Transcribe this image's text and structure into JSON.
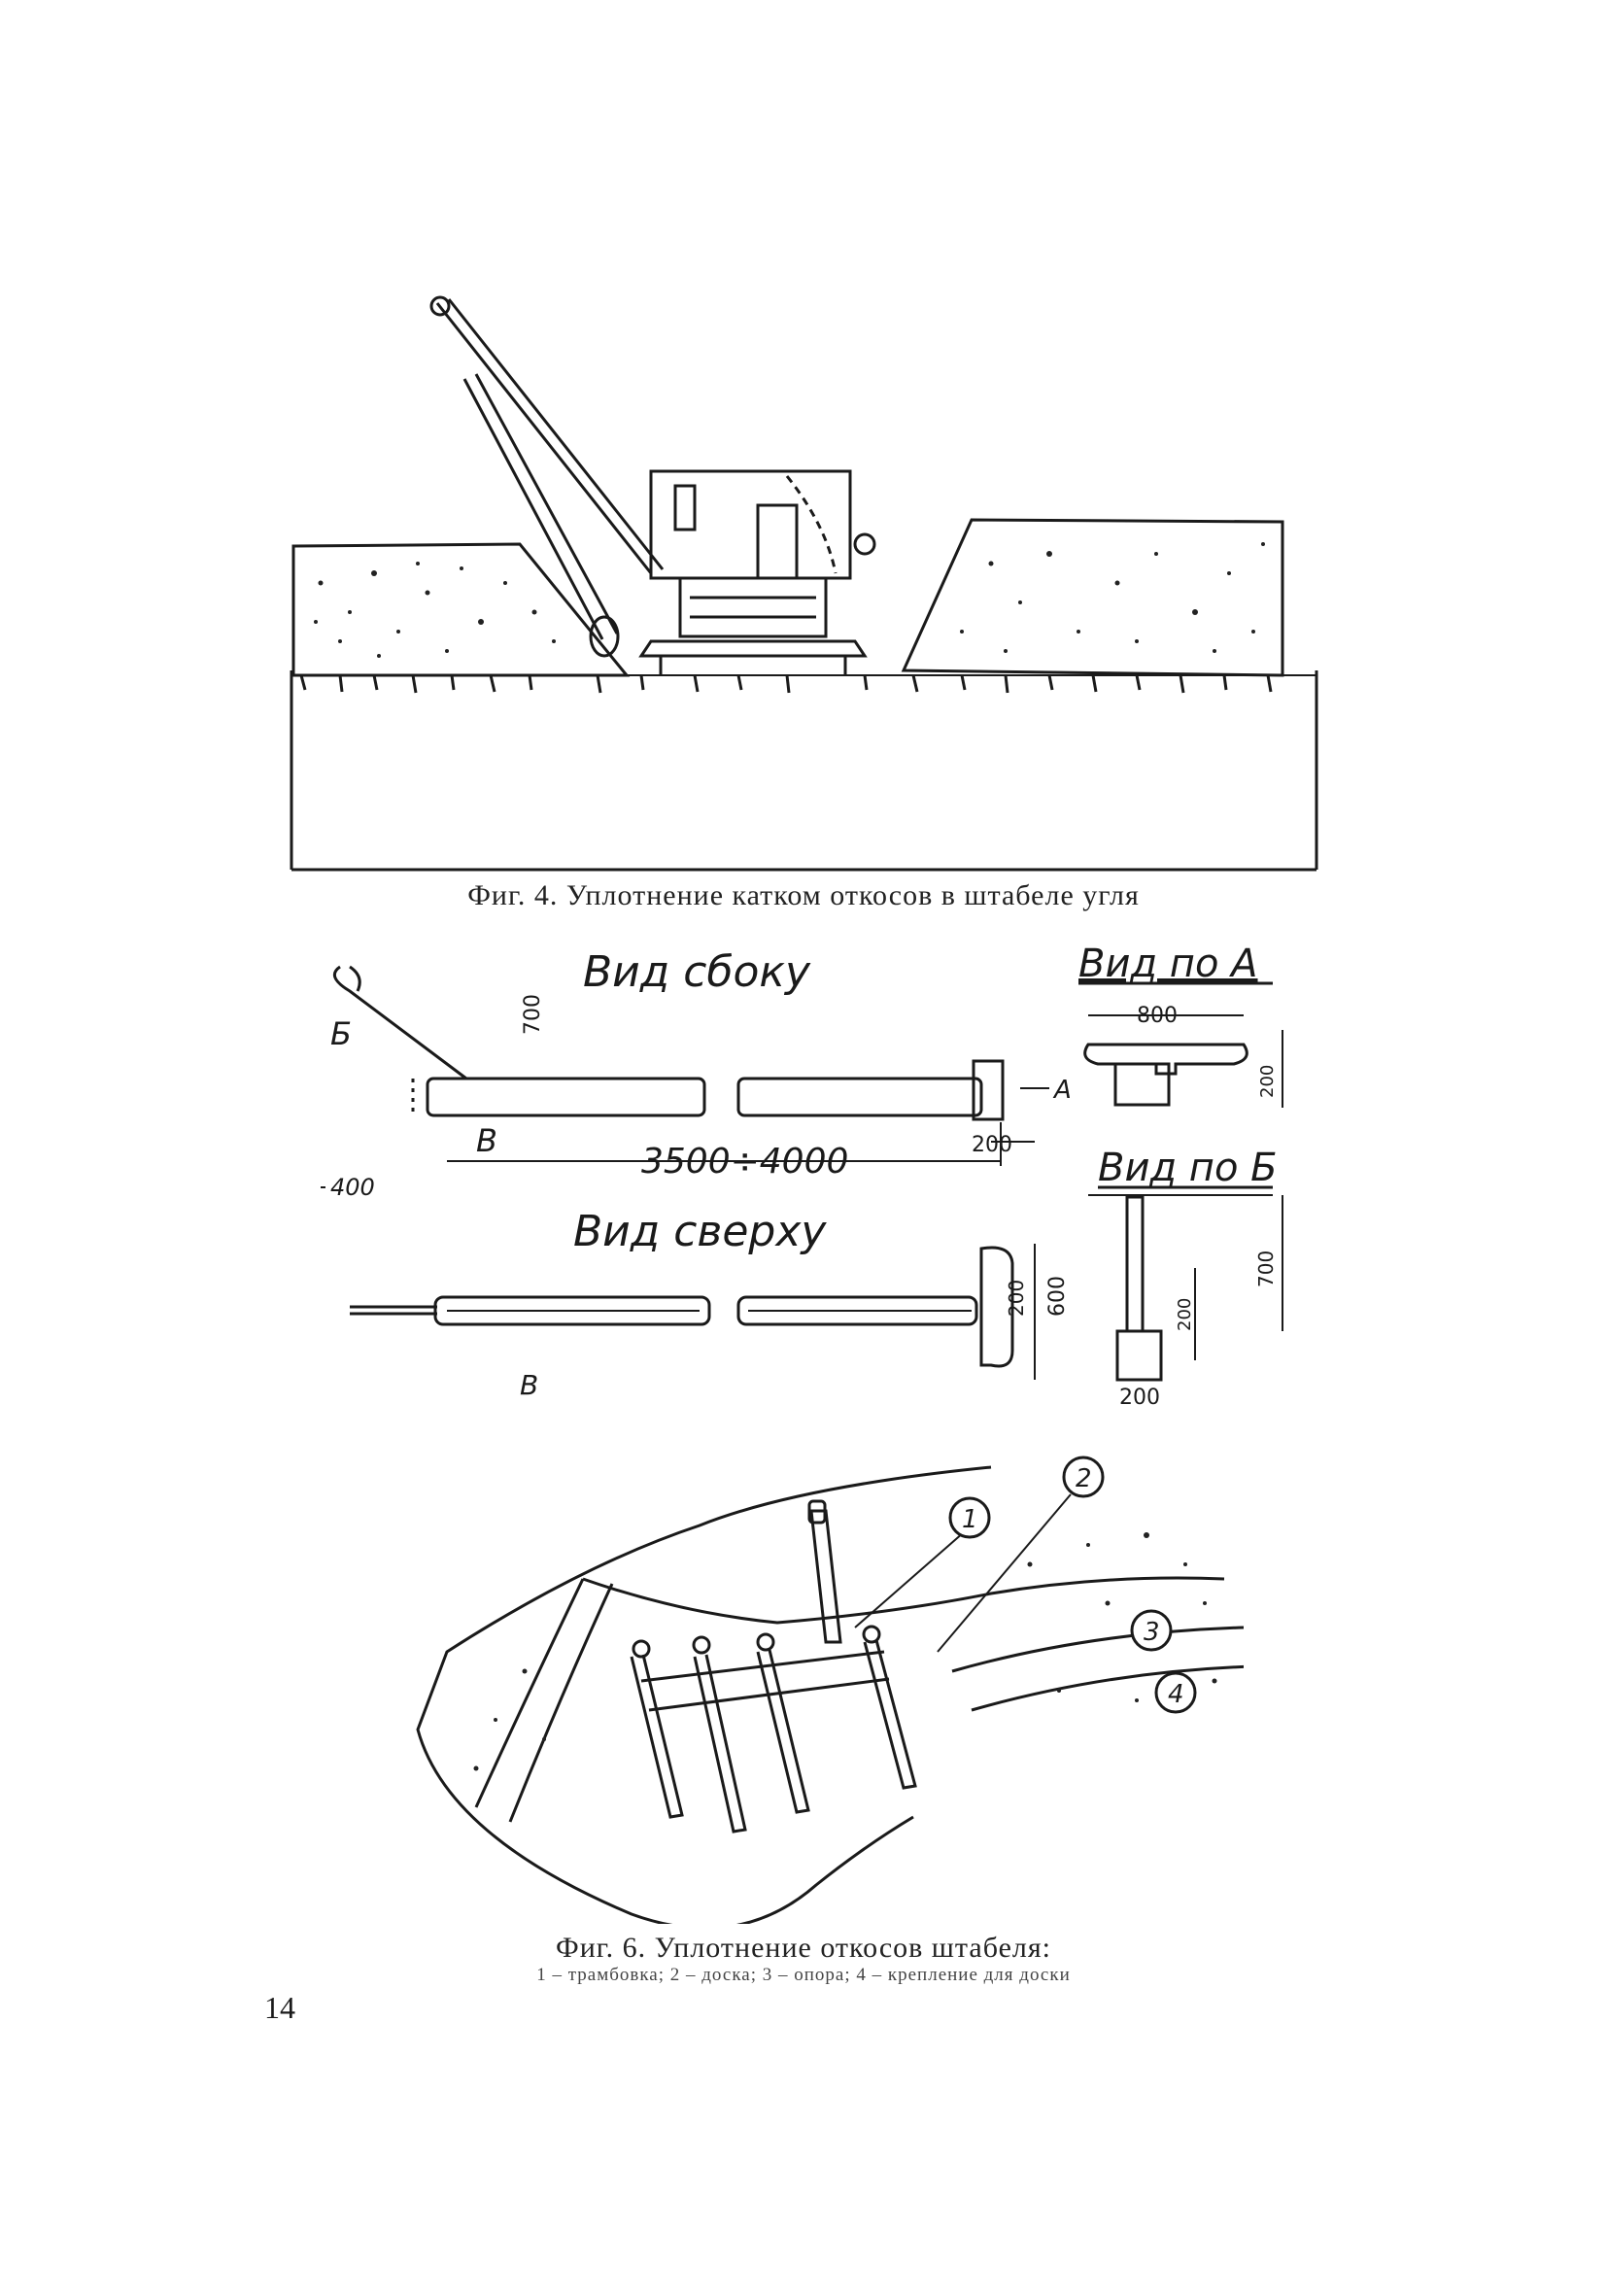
{
  "fig4": {
    "caption": "Фиг. 4. Уплотнение катком откосов в штабеле угля"
  },
  "fig5": {
    "view_side": "Вид сбоку",
    "view_top": "Вид сверху",
    "view_a": "Вид по А",
    "view_b": "Вид по Б",
    "label_b": "Б",
    "label_v1": "В",
    "label_v2": "В",
    "label_a": "А",
    "dim_700_side": "700",
    "dim_length": "3500÷4000",
    "dim_400": "400",
    "dim_200_side": "200",
    "dim_200_top": "200",
    "dim_600_top": "600",
    "dim_800_a": "800",
    "dim_200_a": "200",
    "dim_700_b": "700",
    "dim_200_b_v": "200",
    "dim_200_b_h": "200"
  },
  "fig6": {
    "callout_1": "1",
    "callout_2": "2",
    "callout_3": "3",
    "callout_4": "4",
    "caption": "Фиг. 6. Уплотнение откосов штабеля:",
    "legend": "1 – трамбовка; 2 – доска; 3 – опора; 4 – крепление для доски"
  },
  "page_number": "14"
}
